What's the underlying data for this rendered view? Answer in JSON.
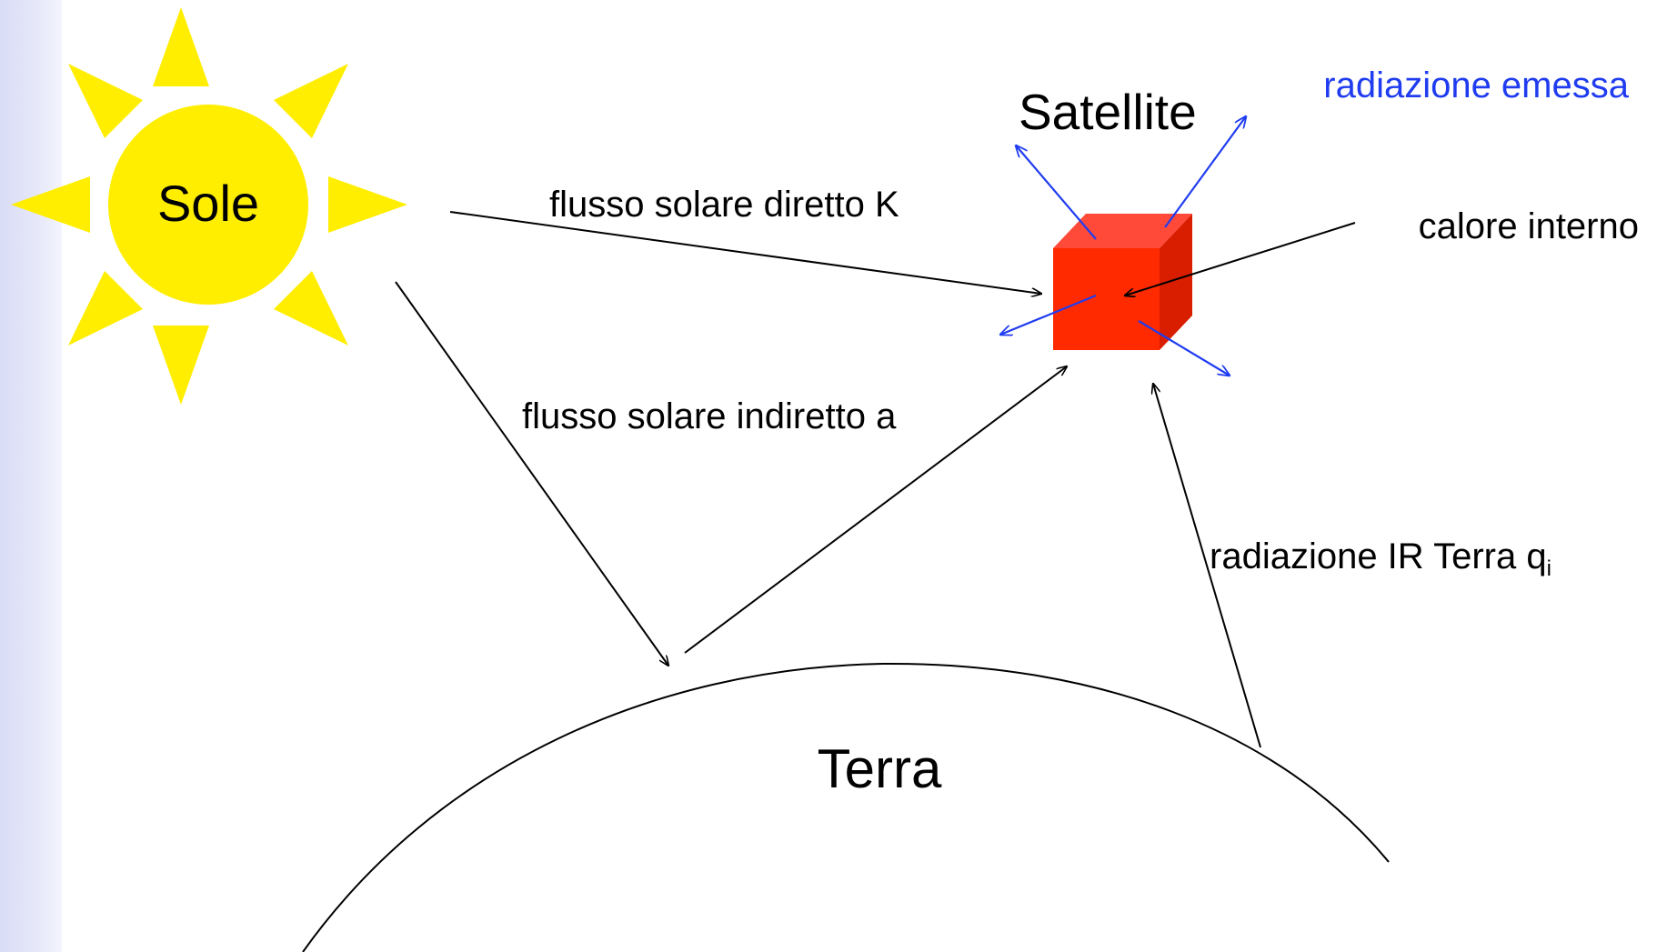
{
  "diagram": {
    "sun": {
      "label": "Sole"
    },
    "satellite": {
      "label": "Satellite"
    },
    "earth": {
      "label": "Terra"
    },
    "labels": {
      "emitted": "radiazione emessa",
      "direct": "flusso solare diretto K",
      "internal": "calore interno",
      "indirect": "flusso solare indiretto a",
      "ir_main": "radiazione IR Terra q",
      "ir_sub": "i"
    },
    "colors": {
      "sun": "#ffee00",
      "cube_front": "#ff2a00",
      "cube_top": "#ff4a3a",
      "cube_side": "#d91e00",
      "emission": "#1f3cf0",
      "sidebar": "#dcdff7"
    },
    "icons": {
      "sun": "sun-icon",
      "satellite": "cube-icon"
    }
  }
}
